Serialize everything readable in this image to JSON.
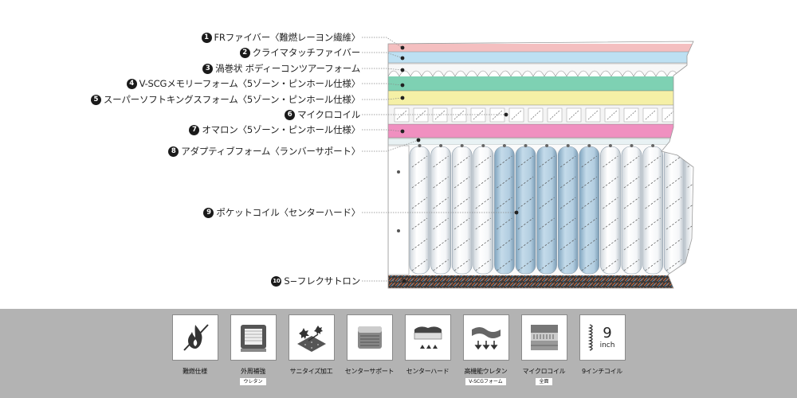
{
  "layers": [
    {
      "num": "1",
      "label": "FRファイバー〈難燃レーヨン繊維〉"
    },
    {
      "num": "2",
      "label": "クライマタッチファイバー"
    },
    {
      "num": "3",
      "label": "渦巻状 ボディーコンツアーフォーム"
    },
    {
      "num": "4",
      "label": "V-SCGメモリーフォーム〈5ゾーン・ピンホール仕様〉"
    },
    {
      "num": "5",
      "label": "スーパーソフトキングスフォーム〈5ゾーン・ピンホール仕様〉"
    },
    {
      "num": "6",
      "label": "マイクロコイル"
    },
    {
      "num": "7",
      "label": "オマロン〈5ゾーン・ピンホール仕様〉"
    },
    {
      "num": "8",
      "label": "アダプティブフォーム〈ランバーサポート〉"
    },
    {
      "num": "9",
      "label": "ポケットコイル〈センターハード〉"
    },
    {
      "num": "10",
      "label": "S−フレクサトロン"
    }
  ],
  "features": [
    {
      "icon": "flame-retardant-icon",
      "label": "難燃仕様",
      "sub": ""
    },
    {
      "icon": "edge-support-icon",
      "label": "外周補強",
      "sub": "ウレタン"
    },
    {
      "icon": "sanitize-icon",
      "label": "サニタイズ加工",
      "sub": ""
    },
    {
      "icon": "center-support-icon",
      "label": "センターサポート",
      "sub": ""
    },
    {
      "icon": "center-hard-icon",
      "label": "センターハード",
      "sub": ""
    },
    {
      "icon": "high-function-urethane-icon",
      "label": "高機能ウレタン",
      "sub": "V-SCGフォーム"
    },
    {
      "icon": "micro-coil-icon",
      "label": "マイクロコイル",
      "sub": "全面"
    },
    {
      "icon": "nine-inch-coil-icon",
      "label": "9インチコイル",
      "sub": "",
      "big": "9",
      "unit": "inch"
    }
  ],
  "colors": {
    "fr_fiber": "#f4bfc0",
    "clima_fiber": "#bde0f2",
    "memory_foam": "#7ed1b3",
    "soft_foam": "#f5f0a6",
    "omalon": "#f090c0",
    "pocket_center": "#a9c7dc",
    "panel_bg": "#b3b3b3"
  }
}
